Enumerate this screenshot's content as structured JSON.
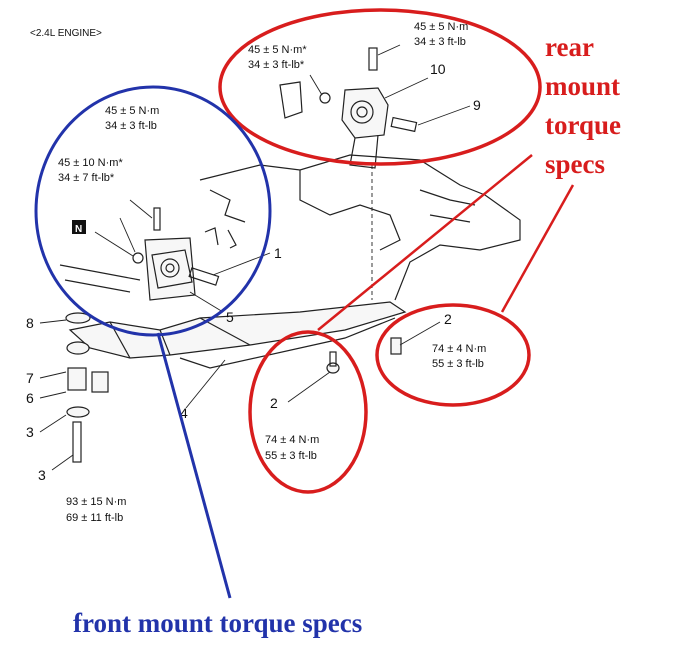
{
  "header": {
    "engine_label": "<2.4L ENGINE>"
  },
  "annotations": {
    "rear": [
      "rear",
      "mount",
      "torque",
      "specs"
    ],
    "front": "front mount torque specs"
  },
  "specs": {
    "rear_top_nm": "45 ± 5 N·m",
    "rear_top_ftlb": "34 ± 3 ft-lb",
    "rear_left_nm": "45 ± 5 N·m*",
    "rear_left_ftlb": "34 ± 3 ft-lb*",
    "front_top_nm": "45 ± 5 N·m",
    "front_top_ftlb": "34 ± 3 ft-lb",
    "front_left_nm": "45 ± 10 N·m*",
    "front_left_ftlb": "34 ± 7 ft-lb*",
    "bolt2_center_nm": "74 ± 4 N·m",
    "bolt2_center_ftlb": "55 ± 3 ft-lb",
    "bolt2_right_nm": "74 ± 4 N·m",
    "bolt2_right_ftlb": "55 ± 3 ft-lb",
    "bolt3_nm": "93 ± 15 N·m",
    "bolt3_ftlb": "69 ± 11 ft-lb"
  },
  "callouts": {
    "n_badge": "N",
    "c1": "1",
    "c2_center": "2",
    "c2_right": "2",
    "c3_upper": "3",
    "c3_lower": "3",
    "c4": "4",
    "c5": "5",
    "c6": "6",
    "c7": "7",
    "c8": "8",
    "c9": "9",
    "c10": "10"
  },
  "colors": {
    "rear_annotation": "#d81d1d",
    "front_annotation": "#2233aa",
    "line_art": "#222222"
  }
}
